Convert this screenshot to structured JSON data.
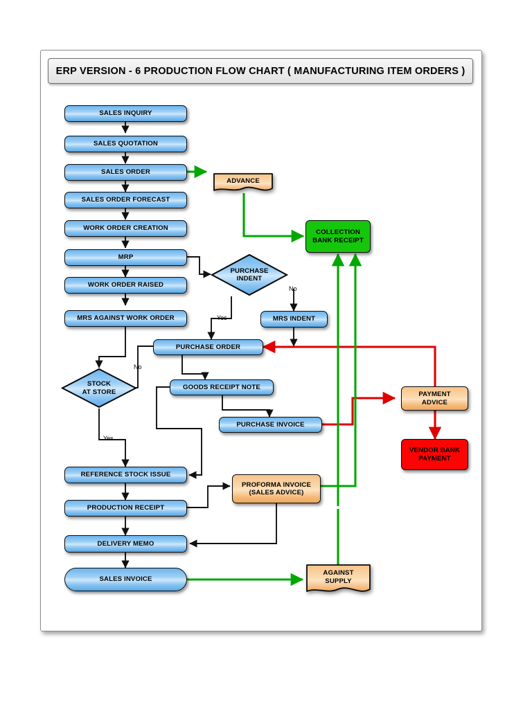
{
  "title": "ERP VERSION - 6 PRODUCTION FLOW CHART ( MANUFACTURING ITEM ORDERS )",
  "colors": {
    "process_blue": "#6cb4ee",
    "document_orange": "#f7c389",
    "collection_green": "#16c60c",
    "vendor_red": "#fb0404",
    "flow_black": "#111111",
    "flow_green": "#00a800",
    "flow_red": "#e00000"
  },
  "nodes": {
    "sales_inquiry": "SALES INQUIRY",
    "sales_quotation": "SALES QUOTATION",
    "sales_order": "SALES ORDER",
    "sales_order_forecast": "SALES ORDER FORECAST",
    "work_order_creation": "WORK ORDER CREATION",
    "mrp": "MRP",
    "work_order_raised": "WORK ORDER RAISED",
    "mrs_against_work_order": "MRS AGAINST WORK ORDER",
    "stock_at_store": "STOCK\nAT STORE",
    "stock_at_store_l1": "STOCK",
    "stock_at_store_l2": "AT STORE",
    "reference_stock_issue": "REFERENCE STOCK ISSUE",
    "production_receipt": "PRODUCTION RECEIPT",
    "delivery_memo": "DELIVERY MEMO",
    "sales_invoice": "SALES INVOICE",
    "purchase_indent_l1": "PURCHASE",
    "purchase_indent_l2": "INDENT",
    "mrs_indent": "MRS INDENT",
    "purchase_order": "PURCHASE ORDER",
    "goods_receipt_note": "GOODS RECEIPT NOTE",
    "purchase_invoice": "PURCHASE INVOICE",
    "advance": "ADVANCE",
    "collection_bank_receipt_l1": "COLLECTION",
    "collection_bank_receipt_l2": "BANK RECEIPT",
    "payment_advice_l1": "PAYMENT",
    "payment_advice_l2": "ADVICE",
    "vendor_bank_payment_l1": "VENDOR BANK",
    "vendor_bank_payment_l2": "PAYMENT",
    "proforma_invoice_l1": "PROFORMA INVOICE",
    "proforma_invoice_l2": "(SALES ADVICE)",
    "against_supply_l1": "AGAINST",
    "against_supply_l2": "SUPPLY"
  },
  "edge_labels": {
    "purchase_indent_no": "No",
    "purchase_indent_yes": "Yes",
    "stock_no": "No",
    "stock_yes": "Yes"
  },
  "chart_data": {
    "type": "diagram",
    "title": "ERP VERSION - 6 PRODUCTION FLOW CHART ( MANUFACTURING ITEM ORDERS )",
    "edges": [
      {
        "from": "SALES INQUIRY",
        "to": "SALES QUOTATION",
        "color": "black"
      },
      {
        "from": "SALES QUOTATION",
        "to": "SALES ORDER",
        "color": "black"
      },
      {
        "from": "SALES ORDER",
        "to": "SALES ORDER FORECAST",
        "color": "black"
      },
      {
        "from": "SALES ORDER",
        "to": "ADVANCE",
        "color": "green"
      },
      {
        "from": "ADVANCE",
        "to": "COLLECTION BANK RECEIPT",
        "color": "green"
      },
      {
        "from": "SALES ORDER FORECAST",
        "to": "WORK ORDER CREATION",
        "color": "black"
      },
      {
        "from": "WORK ORDER CREATION",
        "to": "MRP",
        "color": "black"
      },
      {
        "from": "MRP",
        "to": "WORK ORDER RAISED",
        "color": "black"
      },
      {
        "from": "MRP",
        "to": "PURCHASE INDENT",
        "color": "black"
      },
      {
        "from": "WORK ORDER RAISED",
        "to": "MRS AGAINST WORK ORDER",
        "color": "black"
      },
      {
        "from": "MRS AGAINST WORK ORDER",
        "to": "STOCK AT STORE",
        "color": "black"
      },
      {
        "from": "PURCHASE INDENT",
        "to": "MRS INDENT",
        "color": "black",
        "label": "No"
      },
      {
        "from": "PURCHASE INDENT",
        "to": "PURCHASE ORDER",
        "color": "black",
        "label": "Yes"
      },
      {
        "from": "MRS INDENT",
        "to": "PURCHASE ORDER",
        "color": "black"
      },
      {
        "from": "STOCK AT STORE",
        "to": "PURCHASE ORDER",
        "color": "black",
        "label": "No"
      },
      {
        "from": "STOCK AT STORE",
        "to": "REFERENCE STOCK ISSUE",
        "color": "black",
        "label": "Yes"
      },
      {
        "from": "PURCHASE ORDER",
        "to": "GOODS RECEIPT NOTE",
        "color": "black"
      },
      {
        "from": "GOODS RECEIPT NOTE",
        "to": "PURCHASE INVOICE",
        "color": "black"
      },
      {
        "from": "GOODS RECEIPT NOTE",
        "to": "REFERENCE STOCK ISSUE",
        "color": "black"
      },
      {
        "from": "PURCHASE INVOICE",
        "to": "PAYMENT ADVICE",
        "color": "red"
      },
      {
        "from": "PAYMENT ADVICE",
        "to": "PURCHASE ORDER",
        "color": "red"
      },
      {
        "from": "PAYMENT ADVICE",
        "to": "VENDOR BANK PAYMENT",
        "color": "red"
      },
      {
        "from": "REFERENCE STOCK ISSUE",
        "to": "PRODUCTION RECEIPT",
        "color": "black"
      },
      {
        "from": "PRODUCTION RECEIPT",
        "to": "PROFORMA INVOICE (SALES ADVICE)",
        "color": "black"
      },
      {
        "from": "PRODUCTION RECEIPT",
        "to": "DELIVERY MEMO",
        "color": "black"
      },
      {
        "from": "PROFORMA INVOICE (SALES ADVICE)",
        "to": "DELIVERY MEMO",
        "color": "black"
      },
      {
        "from": "PROFORMA INVOICE (SALES ADVICE)",
        "to": "COLLECTION BANK RECEIPT",
        "color": "green"
      },
      {
        "from": "DELIVERY MEMO",
        "to": "SALES INVOICE",
        "color": "black"
      },
      {
        "from": "SALES INVOICE",
        "to": "AGAINST SUPPLY",
        "color": "green"
      },
      {
        "from": "AGAINST SUPPLY",
        "to": "COLLECTION BANK RECEIPT",
        "color": "green"
      }
    ]
  }
}
